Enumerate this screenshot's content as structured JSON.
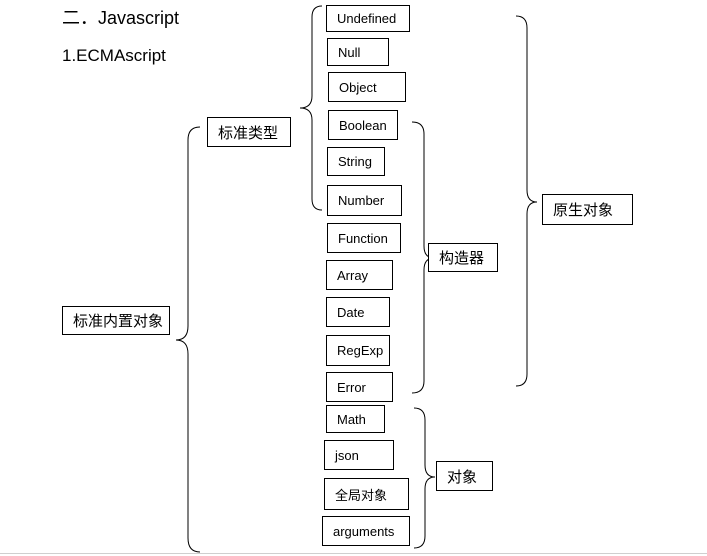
{
  "headings": {
    "section": "二．Javascript",
    "subsection": "1.ECMAscript"
  },
  "nodes": {
    "root": "标准内置对象",
    "standard_types": "标准类型",
    "constructors": "构造器",
    "native_objects": "原生对象",
    "objects": "对象"
  },
  "items": {
    "undefined": "Undefined",
    "null": "Null",
    "object": "Object",
    "boolean": "Boolean",
    "string": "String",
    "number": "Number",
    "function": "Function",
    "array": "Array",
    "date": "Date",
    "regexp": "RegExp",
    "error": "Error",
    "math": "Math",
    "json": "json",
    "global": "全局对象",
    "arguments": "arguments"
  }
}
